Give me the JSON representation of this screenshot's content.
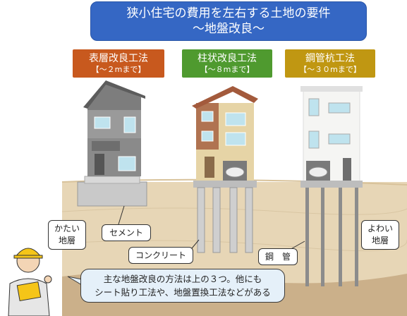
{
  "title": {
    "line1": "狭小住宅の費用を左右する土地の要件",
    "line2": "～地盤改良～"
  },
  "methods": [
    {
      "name": "表層改良工法",
      "depth": "【～２mまで】",
      "color": "#c8591e"
    },
    {
      "name": "柱状改良工法",
      "depth": "【～８mまで】",
      "color": "#4f9a2f"
    },
    {
      "name": "鋼管杭工法",
      "depth": "【～３０mまで】",
      "color": "#c09712"
    }
  ],
  "labels": {
    "hard_ground": [
      "かたい",
      "地層"
    ],
    "soft_ground": [
      "よわい",
      "地層"
    ],
    "cement": "セメント",
    "concrete": "コンクリート",
    "steel_pipe": "鋼　管"
  },
  "speech": {
    "line1": "主な地盤改良の方法は上の３つ。他にも",
    "line2": "シート貼り工法や、地盤置換工法などがある"
  },
  "colors": {
    "title_bg": "#3567c4",
    "ground": "#e7d6b6",
    "bubble_bg": "#e5f0f9"
  }
}
